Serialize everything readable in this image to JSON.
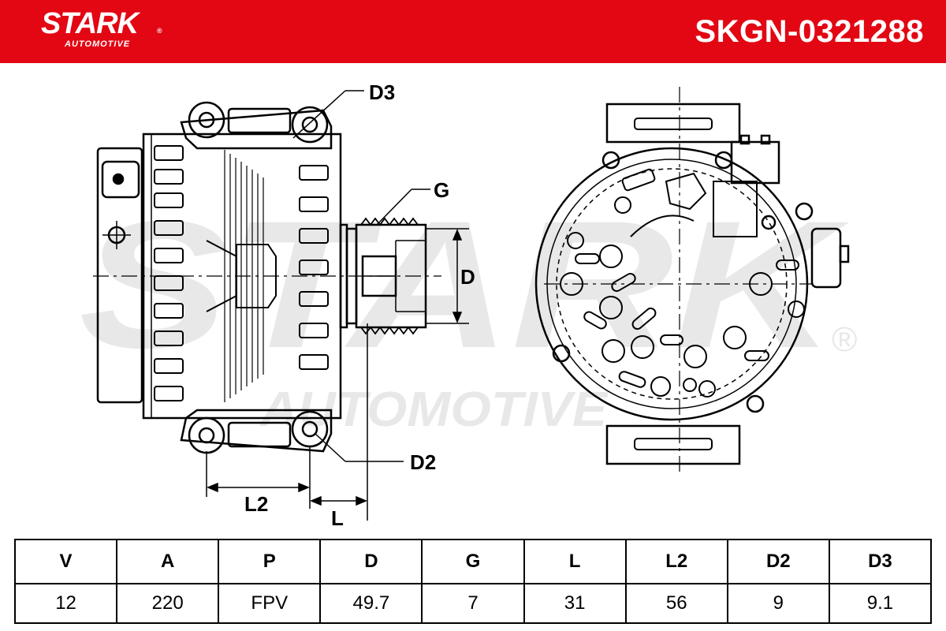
{
  "header": {
    "brand": "STARK",
    "brand_sub": "AUTOMOTIVE",
    "brand_reg": "®",
    "part_number": "SKGN-0321288",
    "color": "#e30613"
  },
  "watermark": {
    "main": "STARK",
    "sub": "AUTOMOTIVE",
    "reg": "®"
  },
  "labels": {
    "d3": "D3",
    "g": "G",
    "d": "D",
    "d2": "D2",
    "l2": "L2",
    "l": "L"
  },
  "specs": {
    "columns": [
      "V",
      "A",
      "P",
      "D",
      "G",
      "L",
      "L2",
      "D2",
      "D3"
    ],
    "values": [
      "12",
      "220",
      "FPV",
      "49.7",
      "7",
      "31",
      "56",
      "9",
      "9.1"
    ]
  }
}
